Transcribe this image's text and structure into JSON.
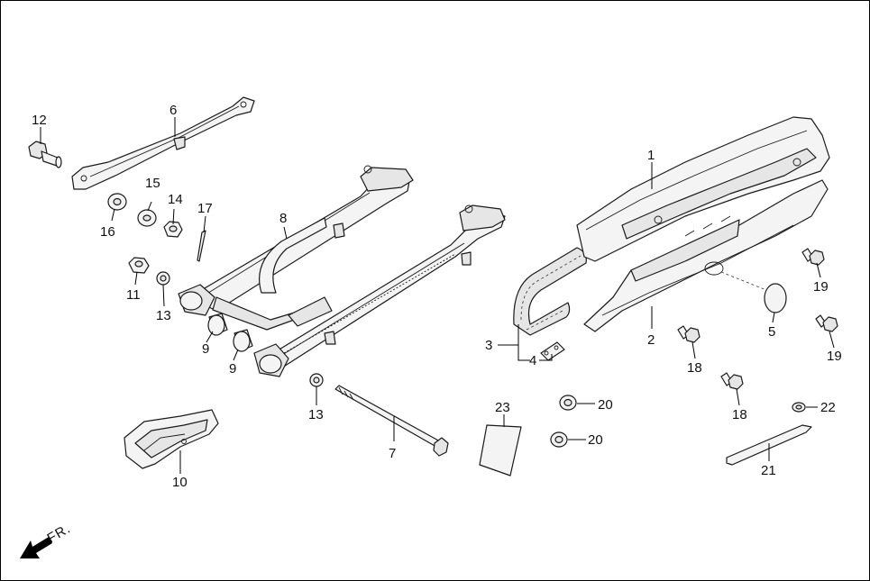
{
  "labels": {
    "p1": "1",
    "p2": "2",
    "p3": "3",
    "p4": "4",
    "p5": "5",
    "p6": "6",
    "p7": "7",
    "p8": "8",
    "p9a": "9",
    "p9b": "9",
    "p10": "10",
    "p11": "11",
    "p12": "12",
    "p13a": "13",
    "p13b": "13",
    "p14": "14",
    "p15": "15",
    "p16": "16",
    "p17": "17",
    "p18a": "18",
    "p18b": "18",
    "p19a": "19",
    "p19b": "19",
    "p20a": "20",
    "p20b": "20",
    "p21": "21",
    "p22": "22",
    "p23": "23"
  },
  "direction_label": "FR.",
  "icons": {
    "front_arrow": "front-direction-arrow-icon"
  }
}
